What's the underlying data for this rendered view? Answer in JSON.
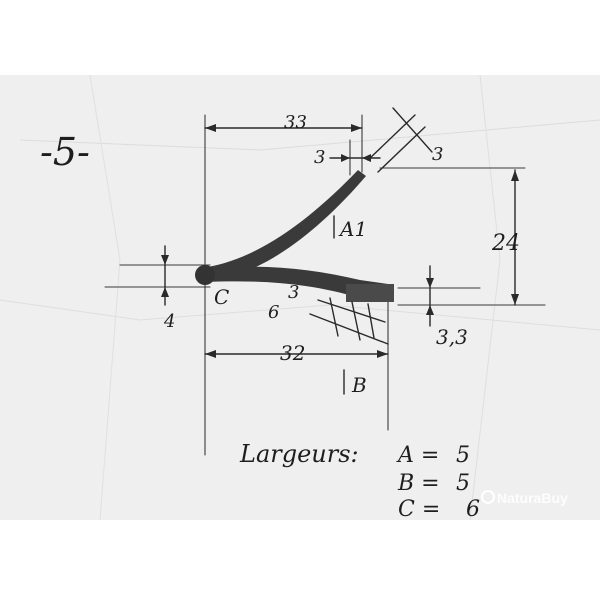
{
  "sheet": {
    "number_label": "-5-"
  },
  "dimensions": {
    "top_width": "33",
    "top_gap": "3",
    "tip_width": "3",
    "height": "24",
    "left_thickness": "4",
    "bottom_width": "32",
    "foot_gap_a": "3",
    "foot_gap_b": "6",
    "foot_thickness": "3,3"
  },
  "labels": {
    "section_a": "A1",
    "section_b": "B",
    "section_c": "C"
  },
  "widths": {
    "heading": "Largeurs:",
    "rows": [
      {
        "key": "A =",
        "value": "5"
      },
      {
        "key": "B =",
        "value": "5"
      },
      {
        "key": "C =",
        "value": "6"
      }
    ]
  },
  "watermark": {
    "text": "NaturaBuy"
  },
  "colors": {
    "spring": "#3a3a3a",
    "paper": "#efefef",
    "ink": "#2a2a2a"
  }
}
